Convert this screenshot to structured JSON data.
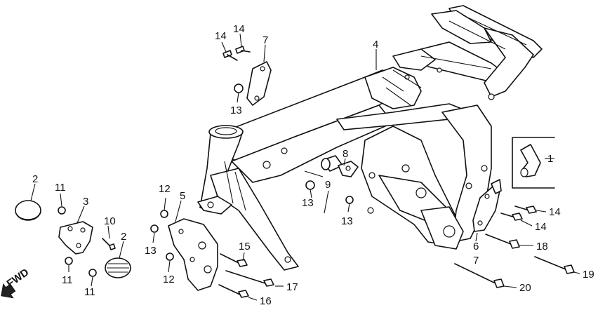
{
  "fwd_label": "FWD",
  "callouts": [
    {
      "id": "c14a",
      "text": "14"
    },
    {
      "id": "c14b",
      "text": "14"
    },
    {
      "id": "c7a",
      "text": "7"
    },
    {
      "id": "c13a",
      "text": "13"
    },
    {
      "id": "c4",
      "text": "4"
    },
    {
      "id": "c8",
      "text": "8"
    },
    {
      "id": "c9",
      "text": "9"
    },
    {
      "id": "c13b",
      "text": "13"
    },
    {
      "id": "c13c",
      "text": "13"
    },
    {
      "id": "c1",
      "text": "1"
    },
    {
      "id": "c2a",
      "text": "2"
    },
    {
      "id": "c11a",
      "text": "11"
    },
    {
      "id": "c3",
      "text": "3"
    },
    {
      "id": "c10",
      "text": "10"
    },
    {
      "id": "c2b",
      "text": "2"
    },
    {
      "id": "c11b",
      "text": "11"
    },
    {
      "id": "c11c",
      "text": "11"
    },
    {
      "id": "c12a",
      "text": "12"
    },
    {
      "id": "c5",
      "text": "5"
    },
    {
      "id": "c13d",
      "text": "13"
    },
    {
      "id": "c12b",
      "text": "12"
    },
    {
      "id": "c15",
      "text": "15"
    },
    {
      "id": "c17",
      "text": "17"
    },
    {
      "id": "c16",
      "text": "16"
    },
    {
      "id": "c14c",
      "text": "14"
    },
    {
      "id": "c14d",
      "text": "14"
    },
    {
      "id": "c6",
      "text": "6"
    },
    {
      "id": "c7b",
      "text": "7"
    },
    {
      "id": "c18",
      "text": "18"
    },
    {
      "id": "c19",
      "text": "19"
    },
    {
      "id": "c20",
      "text": "20"
    }
  ]
}
